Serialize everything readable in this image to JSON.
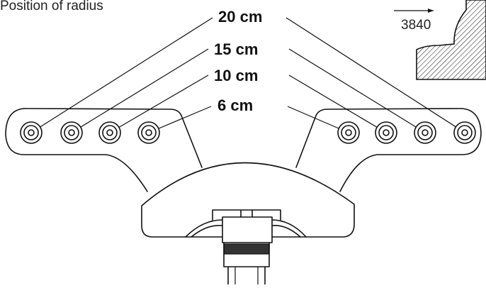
{
  "figure": {
    "caption_fragment": "Position of radius",
    "inset_value": "3840",
    "labels": [
      {
        "key": "r20",
        "text": "20 cm"
      },
      {
        "key": "r15",
        "text": "15 cm"
      },
      {
        "key": "r10",
        "text": "10 cm"
      },
      {
        "key": "r6",
        "text": "6 cm"
      }
    ]
  }
}
